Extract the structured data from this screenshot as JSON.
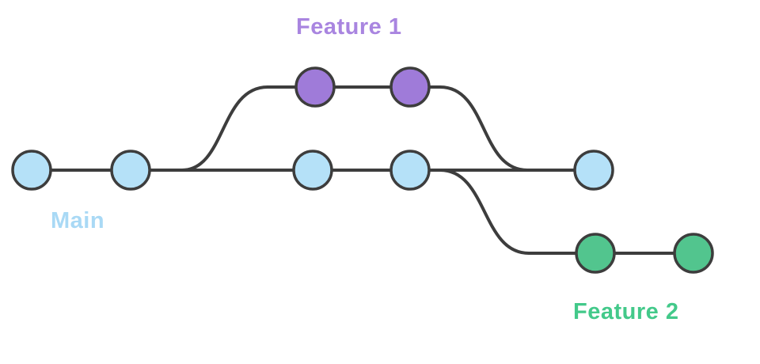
{
  "diagram": {
    "title": "git-branching-diagram",
    "background": "#ffffff",
    "line_color": "#3d3d3d",
    "branches": {
      "main": {
        "label": "Main",
        "label_color": "#a9d9f5",
        "node_color": "#b5e1f8",
        "commit_count": 5,
        "role": "base branch"
      },
      "feature1": {
        "label": "Feature 1",
        "label_color": "#a985e0",
        "node_color": "#9f7bd9",
        "commit_count": 2,
        "role": "branches off main after commit 2, merges back before commit 5"
      },
      "feature2": {
        "label": "Feature 2",
        "label_color": "#43c98a",
        "node_color": "#52c58e",
        "commit_count": 2,
        "role": "branches off main after commit 4, not merged"
      }
    }
  }
}
